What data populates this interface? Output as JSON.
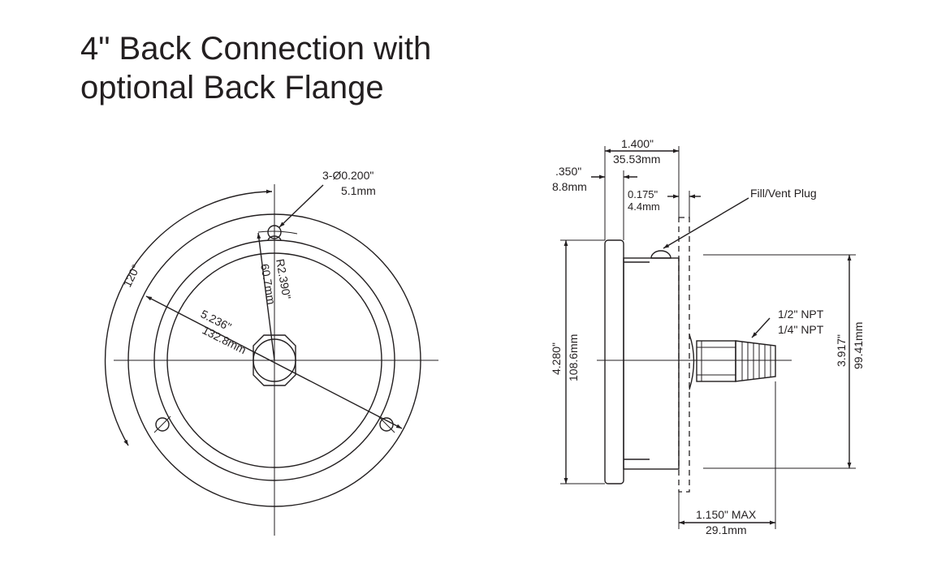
{
  "title": {
    "line1": "4\" Back Connection with",
    "line2": "optional Back Flange"
  },
  "front_view": {
    "angle_label": "120°",
    "hole_label_in": "3-Ø0.200\"",
    "hole_label_mm": "5.1mm",
    "radius_label_in": "R2.390\"",
    "radius_label_mm": "60.7mm",
    "diameter_label_in": "5.236\"",
    "diameter_label_mm": "132.8mm"
  },
  "side_view": {
    "overall_depth_in": "1.400\"",
    "overall_depth_mm": "35.53mm",
    "bezel_in": ".350\"",
    "bezel_mm": "8.8mm",
    "flange_in": "0.175\"",
    "flange_mm": "4.4mm",
    "fill_plug_label": "Fill/Vent Plug",
    "npt_half": "1/2\" NPT",
    "npt_quarter": "1/4\" NPT",
    "height_in": "4.280\"",
    "height_mm": "108.6mm",
    "case_in": "3.917\"",
    "case_mm": "99.41mm",
    "stem_in": "1.150\" MAX",
    "stem_mm": "29.1mm"
  }
}
